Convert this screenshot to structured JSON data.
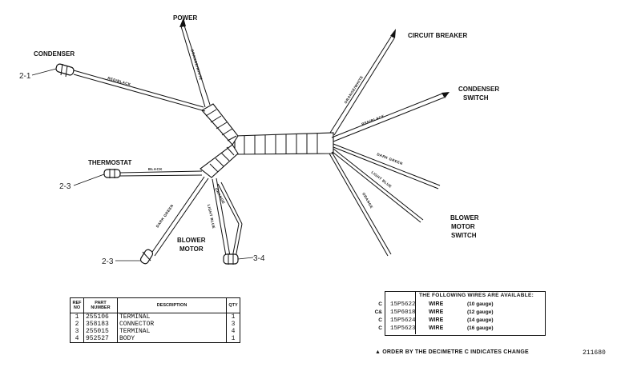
{
  "labels": {
    "power": "POWER",
    "condenser": "CONDENSER",
    "circuit_breaker": "CIRCUIT BREAKER",
    "condenser_switch_1": "CONDENSER",
    "condenser_switch_2": "SWITCH",
    "thermostat": "THERMOSTAT",
    "blower_motor_1": "BLOWER",
    "blower_motor_2": "MOTOR",
    "blower_switch_1": "BLOWER",
    "blower_switch_2": "MOTOR",
    "blower_switch_3": "SWITCH"
  },
  "wire_labels": {
    "orange_white_power": "ORANGE/WHITE",
    "red_black_condenser": "RED/BLACK",
    "orange_white_breaker": "ORANGE/WHITE",
    "red_black_switch": "RED/BLACK",
    "dark_green_right": "DARK GREEN",
    "light_blue_right": "LIGHT BLUE",
    "orange_right": "ORANGE",
    "black": "BLACK",
    "dark_green_left": "DARK GREEN",
    "orange_left": "ORANGE",
    "light_blue_left": "LIGHT BLUE"
  },
  "callouts": {
    "condenser": "2-1",
    "thermostat": "2-3",
    "blower_left": "2-3",
    "blower_right": "3-4"
  },
  "parts_table": {
    "headers": [
      "REF NO",
      "PART NUMBER",
      "DESCRIPTION",
      "QTY"
    ],
    "rows": [
      {
        "ref": "1",
        "part": "255106",
        "desc": "TERMINAL",
        "qty": "1"
      },
      {
        "ref": "2",
        "part": "358183",
        "desc": "CONNECTOR",
        "qty": "3"
      },
      {
        "ref": "3",
        "part": "255015",
        "desc": "TERMINAL",
        "qty": "4"
      },
      {
        "ref": "4",
        "part": "952527",
        "desc": "BODY",
        "qty": "1"
      }
    ]
  },
  "wires_available": {
    "title": "THE FOLLOWING WIRES ARE AVAILABLE:",
    "rows": [
      {
        "code": "C",
        "part": "15P5622",
        "desc": "WIRE",
        "gauge": "(10 gauge)"
      },
      {
        "code": "C&",
        "part": "15P6018",
        "desc": "WIRE",
        "gauge": "(12 gauge)"
      },
      {
        "code": "C",
        "part": "15P5624",
        "desc": "WIRE",
        "gauge": "(14 gauge)"
      },
      {
        "code": "C",
        "part": "15P5623",
        "desc": "WIRE",
        "gauge": "(16 gauge)"
      }
    ]
  },
  "footnote": "▲ ORDER BY THE DECIMETRE C INDICATES CHANGE",
  "drawing_number": "211680"
}
